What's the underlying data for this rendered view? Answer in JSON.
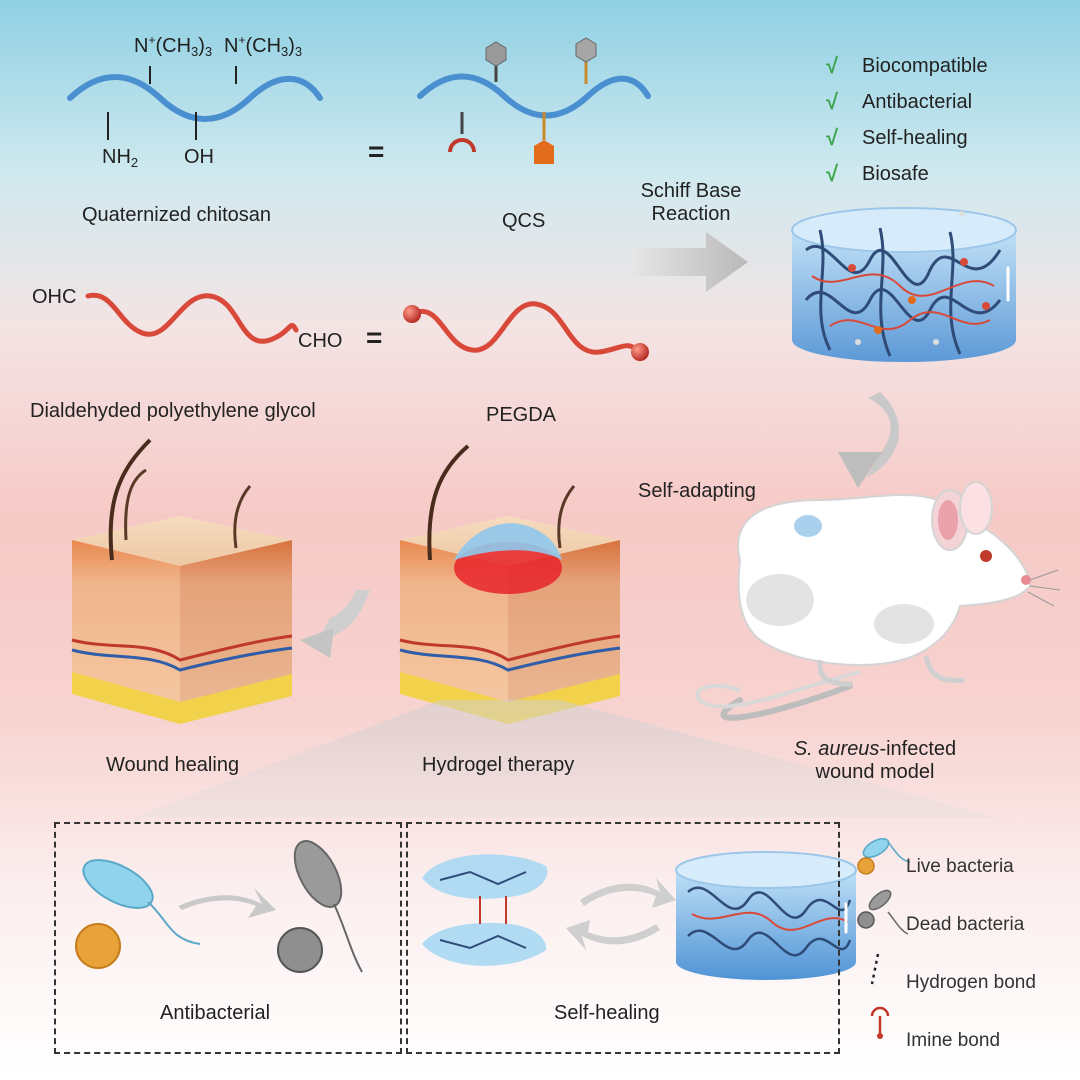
{
  "qcs_formula": {
    "group1": {
      "base": "N",
      "charge": "+",
      "body": "(CH",
      "sub": "3",
      "tail": ")",
      "tail_sub": "3"
    },
    "group2": {
      "base": "N",
      "charge": "+",
      "body": "(CH",
      "sub": "3",
      "tail": ")",
      "tail_sub": "3"
    },
    "nh2": {
      "base": "NH",
      "sub": "2"
    },
    "oh": "OH",
    "equals": "="
  },
  "labels": {
    "quaternized_chitosan": "Quaternized chitosan",
    "qcs": "QCS",
    "schiff_line1": "Schiff Base",
    "schiff_line2": "Reaction",
    "ohc": "OHC",
    "cho": "CHO",
    "equals2": "=",
    "dialdehyde_peg": "Dialdehyded polyethylene glycol",
    "pegda": "PEGDA",
    "self_adapting": "Self-adapting",
    "wound_healing": "Wound healing",
    "hydrogel_therapy": "Hydrogel therapy",
    "model_species": "S. aureus",
    "model_line1_rest": "-infected",
    "model_line2": "wound model",
    "antibacterial_panel": "Antibacterial",
    "selfhealing_panel": "Self-healing"
  },
  "properties": [
    {
      "mark": "√",
      "text": "Biocompatible"
    },
    {
      "mark": "√",
      "text": "Antibacterial"
    },
    {
      "mark": "√",
      "text": "Self-healing"
    },
    {
      "mark": "√",
      "text": "Biosafe"
    }
  ],
  "legend": [
    {
      "icon": "live-bacteria-icon",
      "text": "Live bacteria"
    },
    {
      "icon": "dead-bacteria-icon",
      "text": "Dead bacteria"
    },
    {
      "icon": "hydrogen-bond-icon",
      "text": "Hydrogen bond"
    },
    {
      "icon": "imine-bond-icon",
      "text": "Imine bond"
    }
  ],
  "colors": {
    "chitosan_chain": "#4a8fd0",
    "peg_chain": "#d9493a",
    "check_green": "#3ba44a",
    "arrow_gray": "#c8c8c8",
    "hydrogel_blue": "#7fb6e6"
  }
}
